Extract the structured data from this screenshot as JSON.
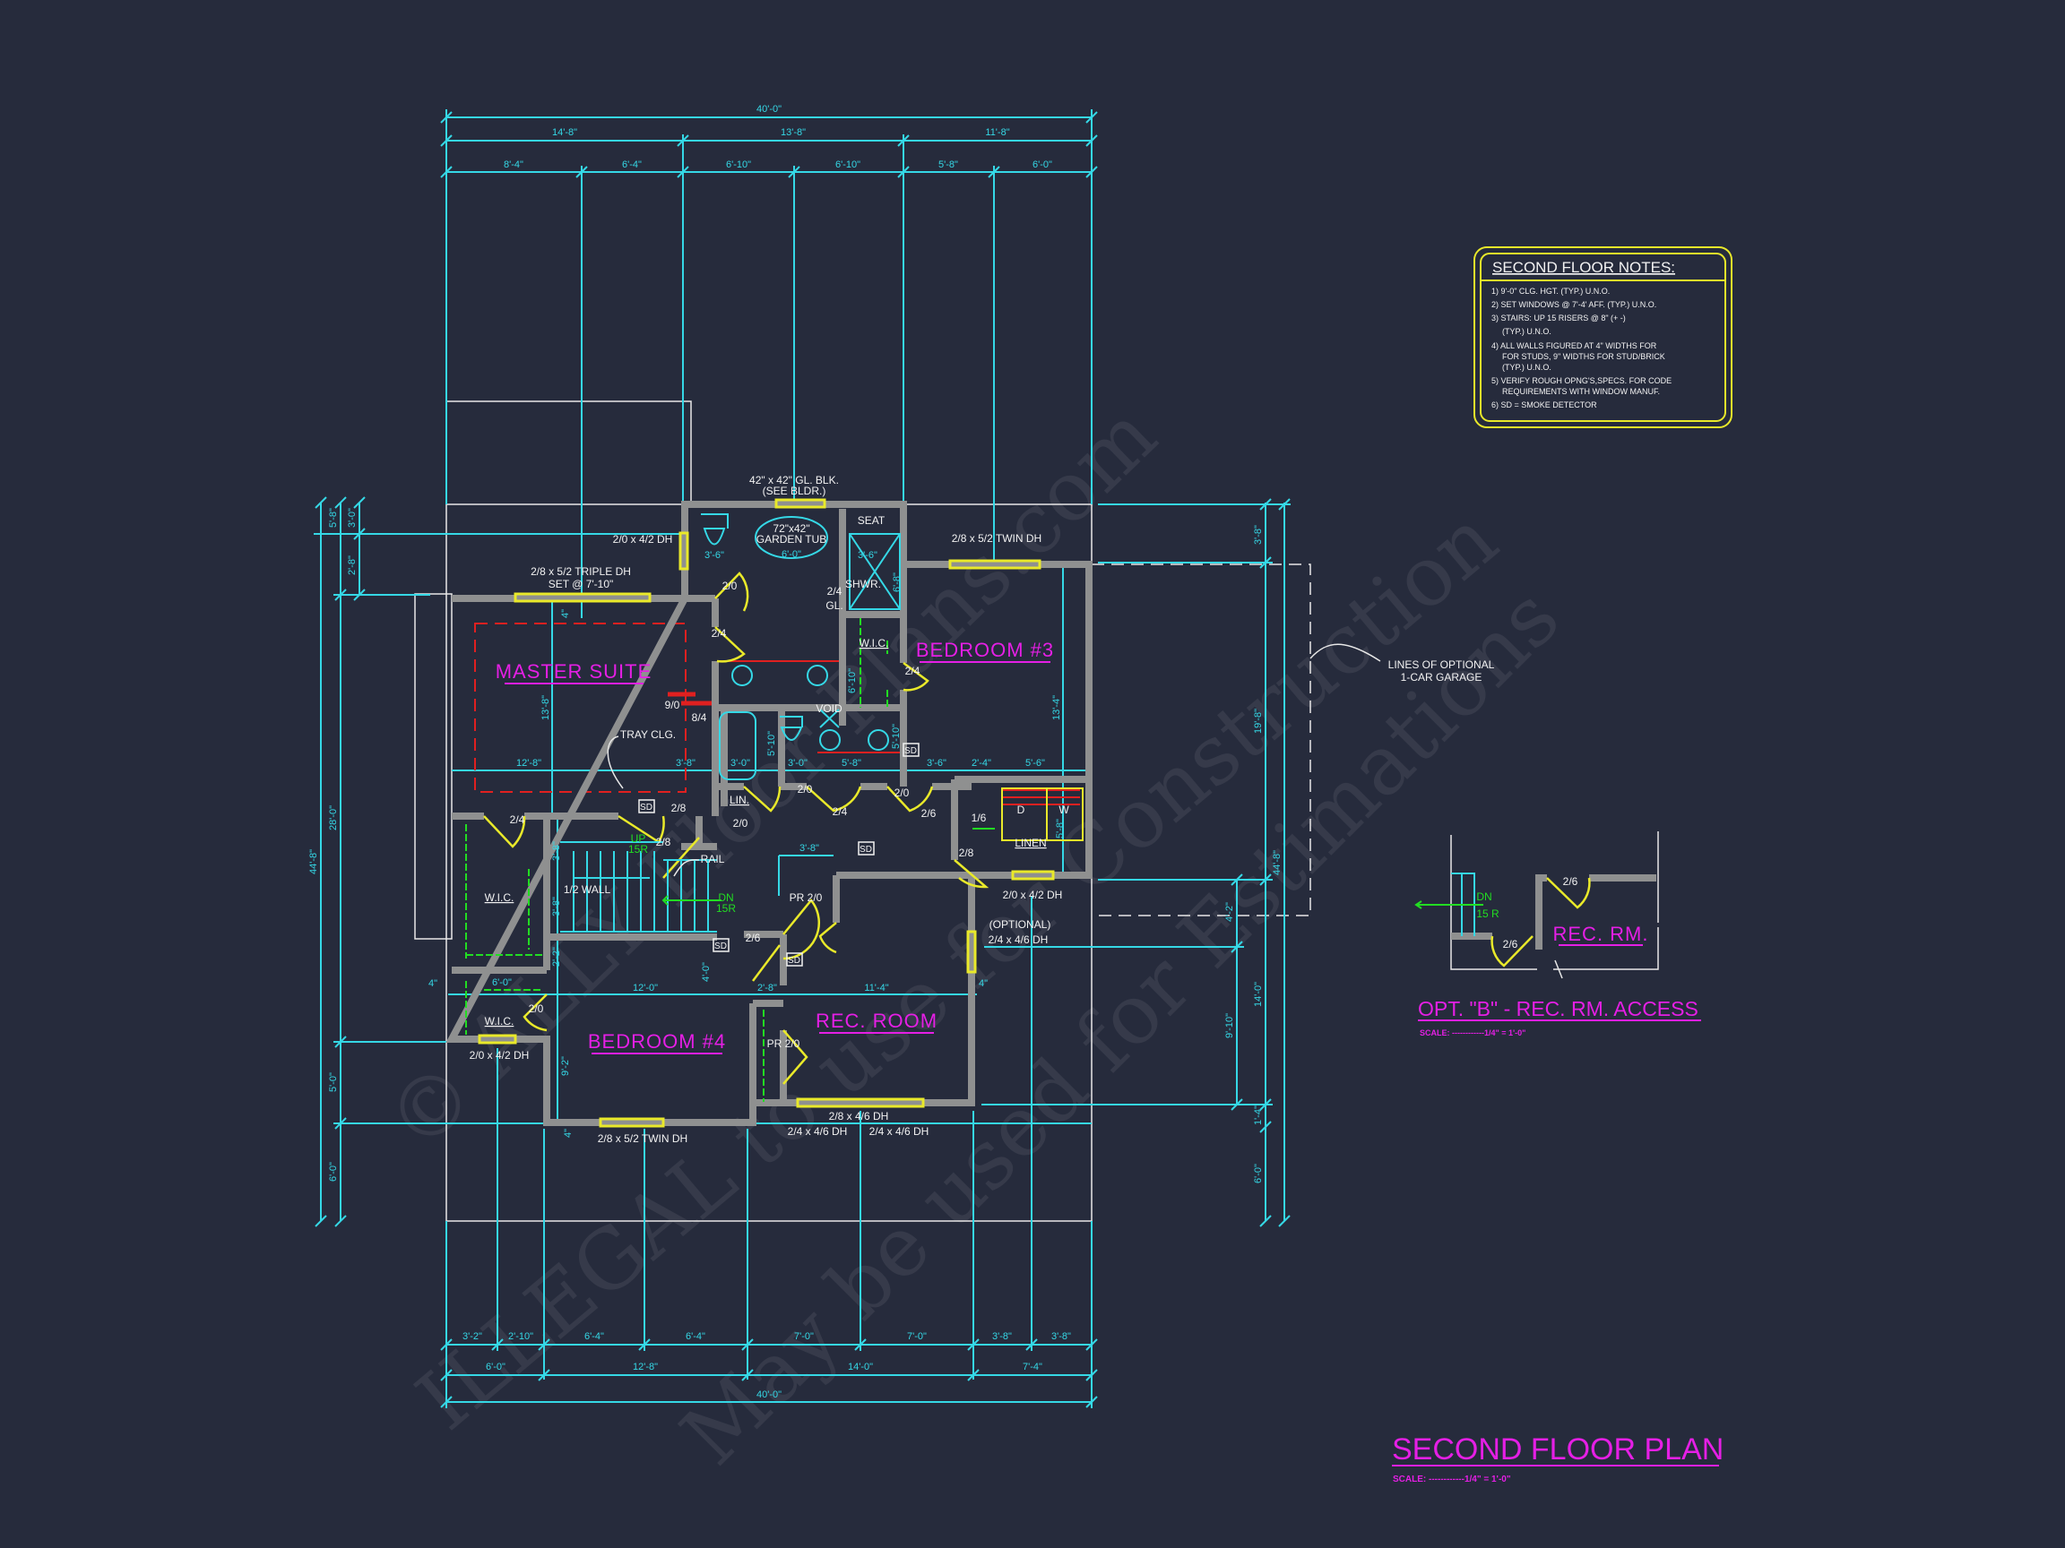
{
  "title": {
    "main": "SECOND FLOOR PLAN",
    "scale": "SCALE: ------------1/4\" = 1'-0\""
  },
  "notes": {
    "heading": "SECOND FLOOR NOTES:",
    "lines": [
      "1) 9'-0\"  CLG. HGT. (TYP.) U.N.O.",
      "2) SET WINDOWS @ 7'-4' AFF. (TYP.) U.N.O.",
      "3) STAIRS: UP 15 RISERS @ 8\" (+ -)",
      "(TYP.) U.N.O.",
      "4) ALL WALLS FIGURED AT 4\" WIDTHS FOR",
      "FOR STUDS, 9\" WIDTHS FOR STUD/BRICK",
      "(TYP.) U.N.O.",
      "5) VERIFY ROUGH OPNG'S,SPECS. FOR CODE",
      "REQUIREMENTS WITH WINDOW MANUF.",
      "6) SD = SMOKE DETECTOR"
    ]
  },
  "rooms": {
    "master": "MASTER SUITE",
    "bed3": "BEDROOM #3",
    "bed4": "BEDROOM #4",
    "rec": "REC. ROOM",
    "wic": "W.I.C.",
    "lin": "LIN.",
    "linen": "LINEN",
    "seat": "SEAT",
    "shwr": "SHWR.",
    "void": "VOID",
    "dryer": "D",
    "washer": "W"
  },
  "annotations": {
    "glass_block": "42\" x 42\" GL. BLK.",
    "see_bldr": "(SEE BLDR.)",
    "tub_size": "72\"x42\"",
    "tub": "GARDEN TUB",
    "tray": "TRAY CLG.",
    "half_wall": "1/2 WALL",
    "rail": "RAIL",
    "up": "UP",
    "dn": "DN",
    "risers": "15R",
    "garage1": "LINES OF OPTIONAL",
    "garage2": "1-CAR GARAGE",
    "sd": "SD",
    "optional": "(OPTIONAL)",
    "gl": "GL."
  },
  "windows": {
    "w1": "2/0 x 4/2 DH",
    "w2a": "2/8 x 5/2 TRIPLE DH",
    "w2b": "SET @ 7'-10\"",
    "w3": "2/8 x 5/2 TWIN DH",
    "w4": "2/0 x 4/2 DH",
    "w5": "2/4 x 4/6 DH",
    "w6": "2/0 x 4/2 DH",
    "w7": "2/8 x 4/6 DH",
    "w8": "2/4 x 4/6 DH",
    "w9": "2/4 x 4/6 DH",
    "w10": "2/8 x 5/2 TWIN DH"
  },
  "doors": [
    "2/0",
    "2/4",
    "2/4",
    "9/0",
    "8/4",
    "2/4",
    "2/8",
    "2/8",
    "2/0",
    "2/0",
    "2/4",
    "2/0",
    "2/6",
    "1/6",
    "2/8",
    "PR 2/0",
    "2/6",
    "2/0",
    "PR 2/0",
    "2/4"
  ],
  "dims": {
    "top": [
      "40'-0\"",
      "14'-8\"",
      "13'-8\"",
      "11'-8\"",
      "8'-4\"",
      "6'-4\"",
      "6'-10\"",
      "6'-10\"",
      "5'-8\"",
      "6'-0\""
    ],
    "bottom": [
      "3'-2\"",
      "2'-10\"",
      "6'-4\"",
      "6'-4\"",
      "7'-0\"",
      "7'-0\"",
      "3'-8\"",
      "3'-8\"",
      "6'-0\"",
      "12'-8\"",
      "14'-0\"",
      "7'-4\"",
      "40'-0\""
    ],
    "left": [
      "44'-8\"",
      "5'-8\"",
      "3'-0\"",
      "2'-8\"",
      "28'-0\"",
      "5'-0\"",
      "6'-0\""
    ],
    "right": [
      "3'-8\"",
      "19'-8\"",
      "44'-8\"",
      "4'-2\"",
      "9'-10\"",
      "14'-0\"",
      "1'-4\"",
      "6'-0\""
    ],
    "interior": [
      "13'-8\"",
      "12'-8\"",
      "3'-8\"",
      "3'-0\"",
      "3'-0\"",
      "5'-8\"",
      "3'-6\"",
      "2'-4\"",
      "5'-6\"",
      "13'-4\"",
      "3'-6\"",
      "6'-0\"",
      "3'-6\"",
      "6'-8\"",
      "6'-10\"",
      "5'-10\"",
      "5'-10\"",
      "3'-8\"",
      "3'-8\"",
      "3'-8\"",
      "2'-2\"",
      "4'-0\"",
      "12'-0\"",
      "2'-8\"",
      "11'-4\"",
      "6'-0\"",
      "4\"",
      "9'-2\"",
      "4\"",
      "5'-8\"",
      "4\"",
      "4\""
    ]
  },
  "option_b": {
    "title": "OPT. \"B\" - REC. RM. ACCESS",
    "scale": "SCALE: ------------1/4\" = 1'-0\"",
    "room": "REC. RM.",
    "door1": "2/6",
    "door2": "2/6",
    "dn": "DN",
    "risers": "15 R"
  },
  "watermark": [
    "© ALLY Floor Plans.com",
    "ILLEGAL to use for Construction",
    "May be used for Estimations"
  ],
  "colors": {
    "background": "#262b3c",
    "dimension": "#35d8e6",
    "room_label": "#e51fe5",
    "window_door": "#e9e92a",
    "wall": "#8f9090",
    "closet_shelf": "#22dd22",
    "tray_ceiling": "#e02020",
    "notes_border": "#e9e92a"
  }
}
